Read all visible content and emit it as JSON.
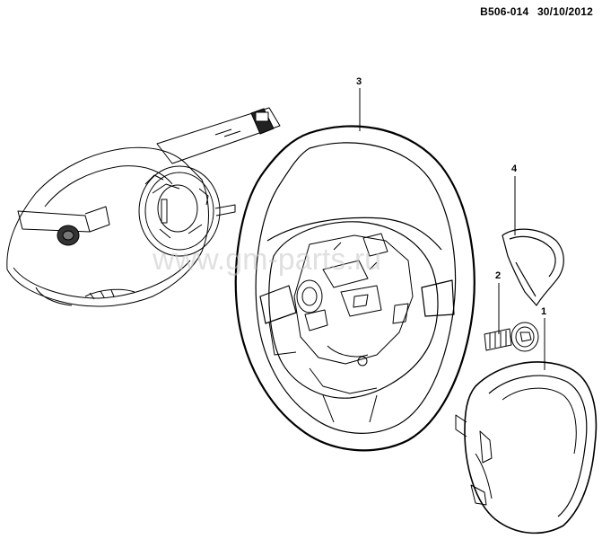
{
  "header": {
    "code": "B506-014",
    "date": "30/10/2012"
  },
  "watermark": "www.gm-parts.ru",
  "callouts": {
    "one": "1",
    "two": "2",
    "three": "3",
    "four": "4"
  }
}
